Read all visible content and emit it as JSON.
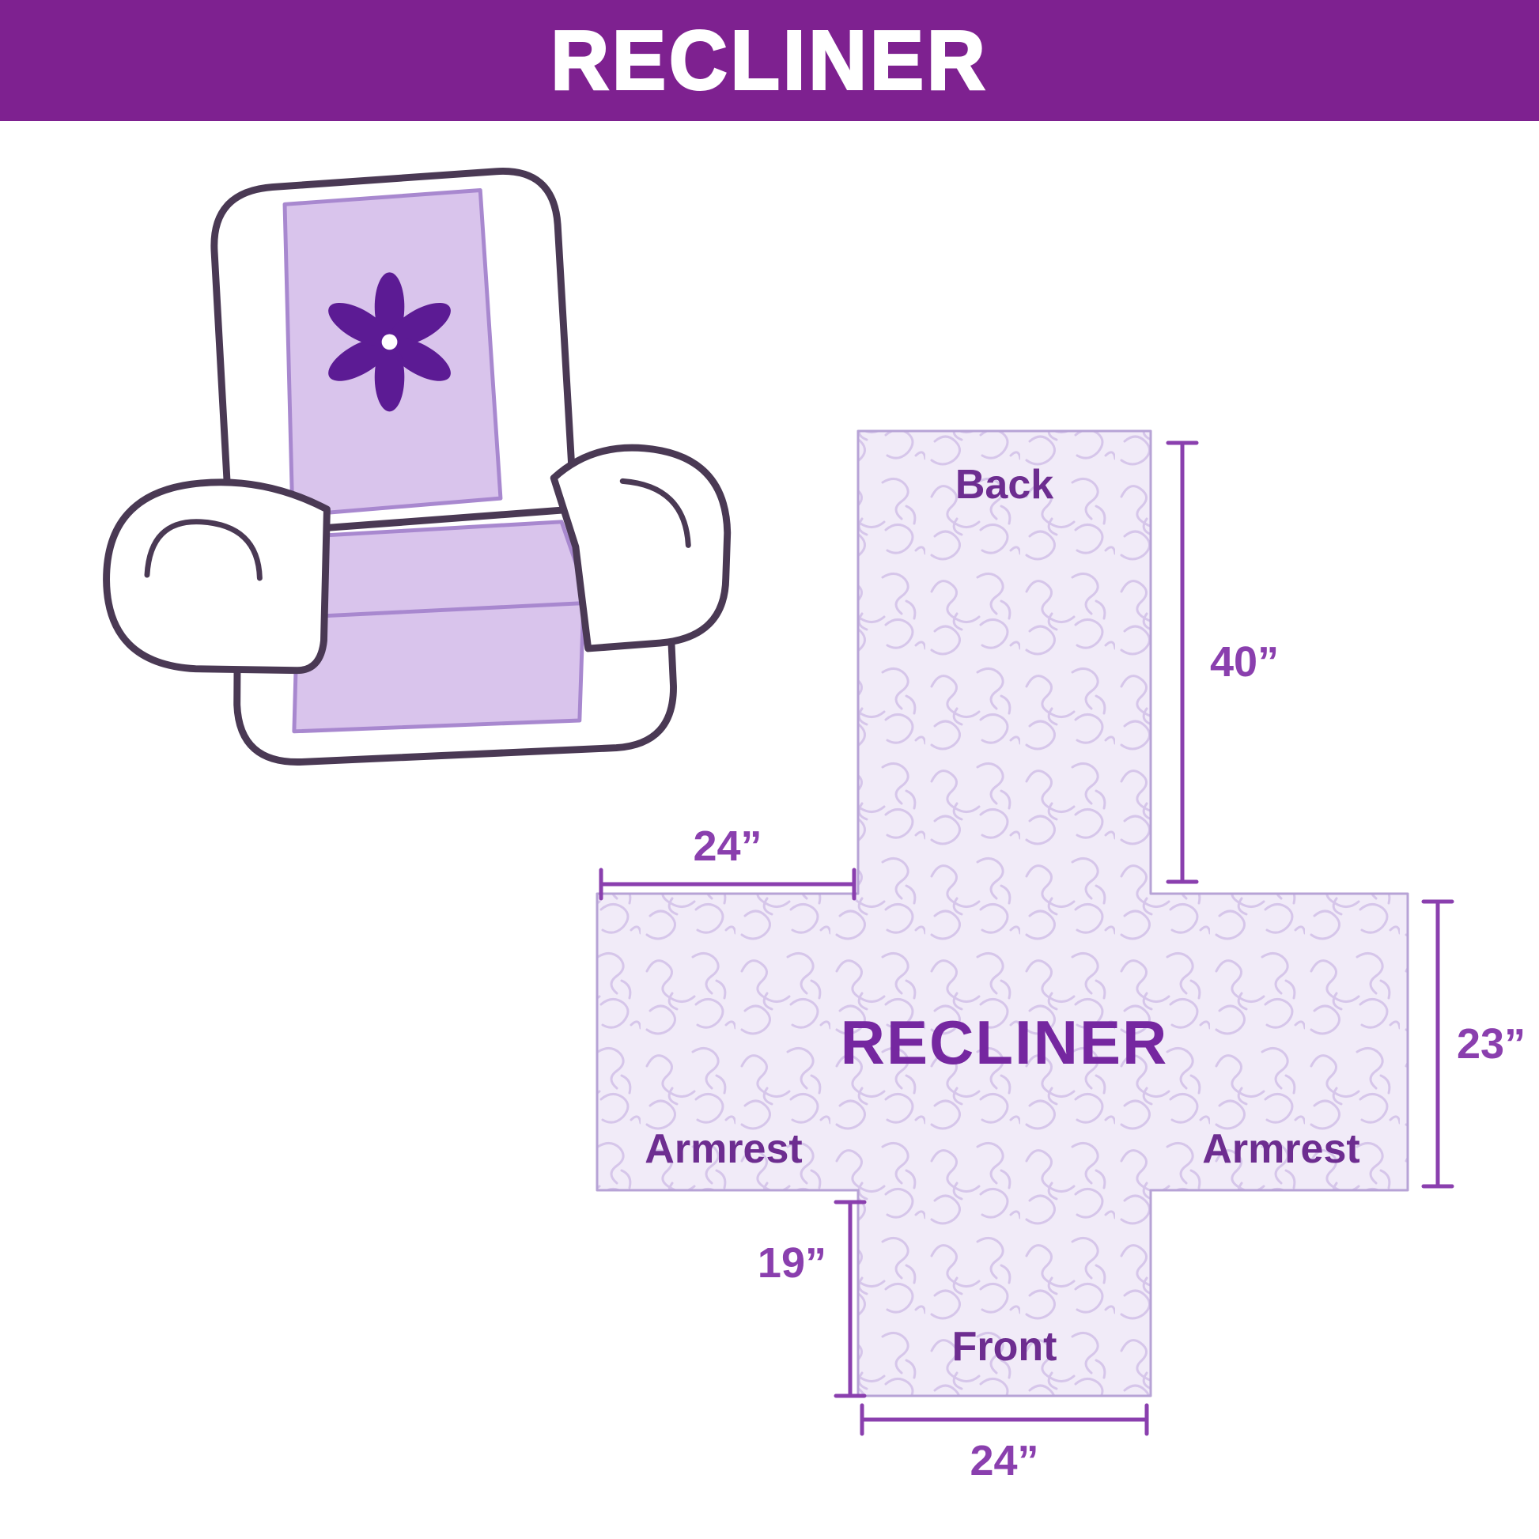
{
  "header": {
    "title": "RECLINER",
    "bg_color": "#7e2190",
    "text_color": "#ffffff"
  },
  "illustration": {
    "name": "recliner-chair-with-cover",
    "cover_color": "#d9c4ec",
    "outline_color": "#4a3954",
    "logo": "pinwheel-icon",
    "logo_color": "#5c1b94"
  },
  "pattern_diagram": {
    "center_label": "RECLINER",
    "back_label": "Back",
    "front_label": "Front",
    "armrest_left_label": "Armrest",
    "armrest_right_label": "Armrest",
    "fill_color": "#f1ebf8",
    "texture_color": "#d6c6ea",
    "label_color": "#6d2d90",
    "dimension_color": "#8a3fae",
    "dimensions": {
      "back_height": "40”",
      "armrest_top_width": "24”",
      "side_height": "23”",
      "front_drop": "19”",
      "front_width": "24”"
    }
  }
}
